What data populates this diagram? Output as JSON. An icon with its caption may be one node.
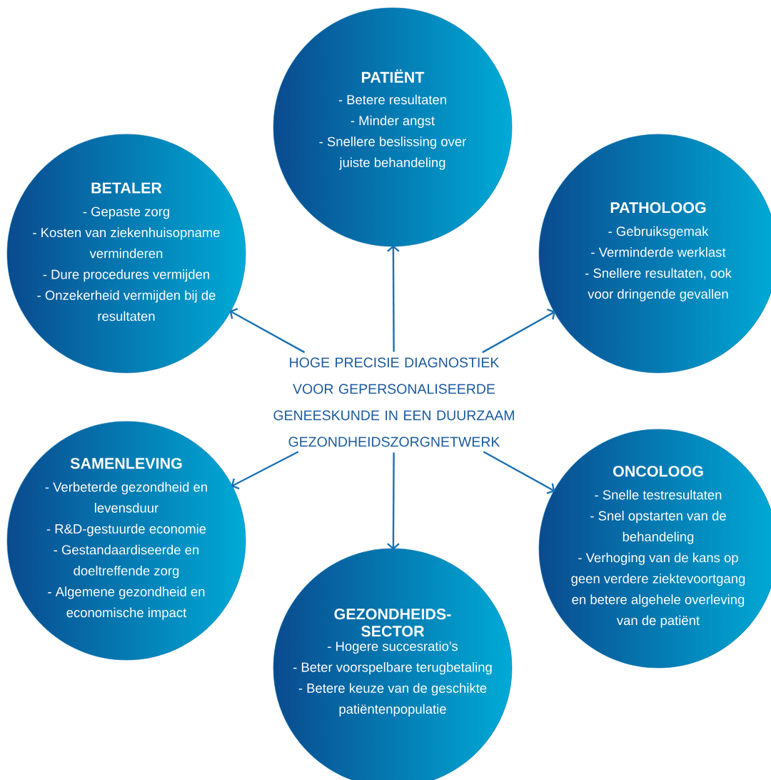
{
  "diagram": {
    "nodes": [
      {
        "text": [
          "HOGE PRECISIE DIAGNOSTIEK VOOR GEPERSONALISEERDE GENEESKUNDE IN EEN DUURZAAM GEZONDHEIDSZORGNETWERK"
        ]
      },
      {
        "text": [
          "PATIËNT",
          "- Betere resultaten",
          "- Minder angst",
          "- Snellere beslissing over juiste behandeling"
        ]
      },
      {
        "text": [
          "BETALER",
          "- Gepaste zorg",
          "- Kosten van ziekenhuisopname verminderen",
          "- Dure procedures vermijden",
          "- Onzekerheid vermijden bij de resultaten"
        ]
      },
      {
        "text": [
          "PATHOLOOG",
          "- Gebruiksgemak",
          "- Verminderde werklast",
          "- Snellere resultaten, ook voor dringende gevallen"
        ]
      },
      {
        "text": [
          "SAMENLEVING",
          "- Verbeterde gezondheid en levensduur",
          "- R&D-gestuurde economie",
          "- Gestandaardiseerde en doeltreffende zorg",
          "- Algemene gezondheid en economische impact"
        ]
      },
      {
        "text": [
          "ONCOLOOG",
          "- Snelle testresultaten",
          "- Snel opstarten van de behandeling",
          "- Verhoging van de kans op geen verdere ziektevoortgang en betere algehele overleving van de patiënt"
        ]
      },
      {
        "text": [
          "GEZONDHEIDS-SECTOR",
          "- Hogere succesratio's",
          "- Beter voorspelbare terugbetaling",
          "- Betere keuze van de geschikte patiëntenpopulatie"
        ]
      }
    ],
    "edges": [
      {
        "from": 0,
        "to": 1,
        "arrow": "to"
      },
      {
        "from": 0,
        "to": 2,
        "arrow": "to"
      },
      {
        "from": 0,
        "to": 3,
        "arrow": "to"
      },
      {
        "from": 0,
        "to": 4,
        "arrow": "to"
      },
      {
        "from": 0,
        "to": 5,
        "arrow": "to"
      },
      {
        "from": 0,
        "to": 6,
        "arrow": "to"
      }
    ]
  }
}
